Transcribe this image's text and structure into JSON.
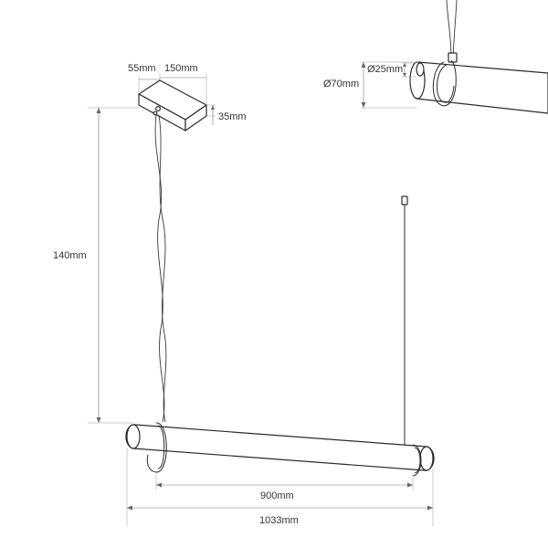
{
  "dimensions": {
    "canopy_depth": "55mm",
    "canopy_length": "150mm",
    "canopy_height": "35mm",
    "suspension_height": "140mm",
    "tube_diameter": "Ø70mm",
    "ring_diameter": "Ø25mm",
    "light_length": "900mm",
    "total_length": "1033mm"
  },
  "colors": {
    "outline": "#2b2b2b",
    "dimension_line": "#777777",
    "text": "#333333",
    "background": "#ffffff"
  }
}
